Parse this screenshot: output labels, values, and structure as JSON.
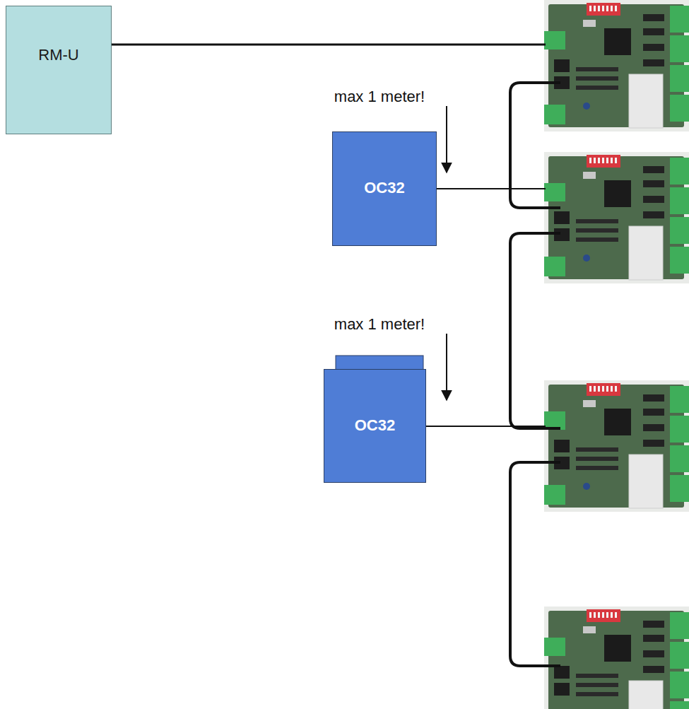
{
  "diagram": {
    "nodes": [
      {
        "text": [
          "RM-U"
        ]
      },
      {
        "text": [
          "OC32"
        ]
      },
      {
        "text": [
          "OC32"
        ]
      }
    ],
    "labels": [
      "max 1 meter!",
      "max 1 meter!"
    ]
  }
}
